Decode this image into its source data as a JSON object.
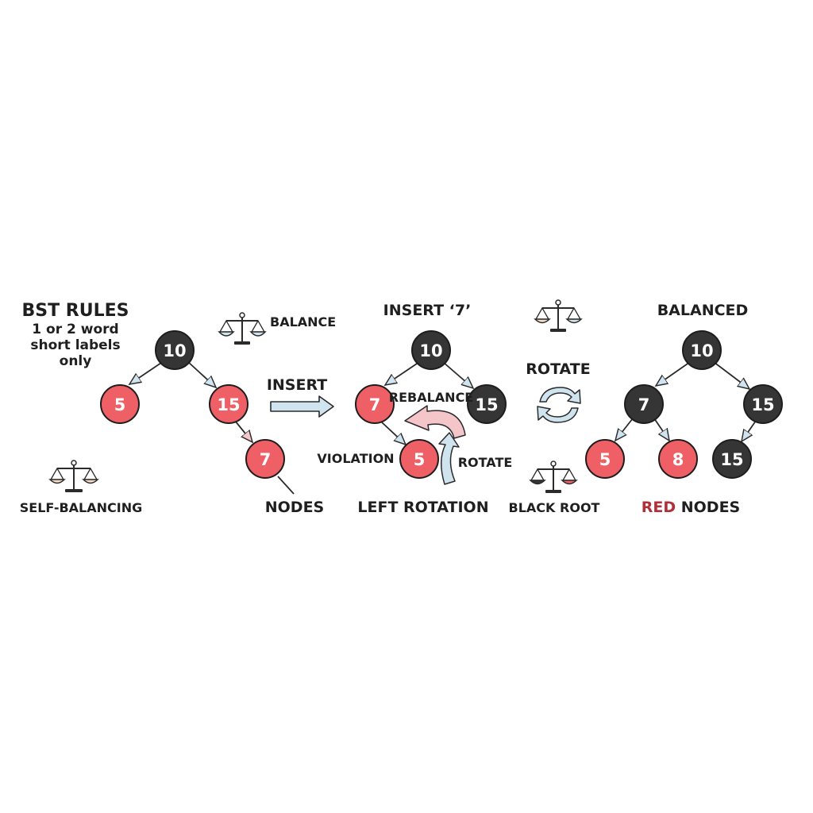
{
  "colors": {
    "red_node": "#ee6066",
    "black_node": "#353535",
    "outline": "#1d1d1d",
    "arrow_fill": "#cfe4ee",
    "rebalance_arrow": "#f2b8bc",
    "red_text": "#b0303a"
  },
  "labels": {
    "bst_rules": "BST RULES",
    "rules_line1": "1 or 2 word",
    "rules_line2": "short labels",
    "rules_line3": "only",
    "balance": "BALANCE",
    "self_balancing": "SELF-BALANCING",
    "nodes": "NODES",
    "insert": "INSERT",
    "insert_seven": "INSERT ‘7’",
    "rebalance": "REBALANCE",
    "violation": "VIOLATION",
    "rotate_inner": "ROTATE",
    "left_rotation": "LEFT ROTATION",
    "rotate": "ROTATE",
    "black_root": "BLACK ROOT",
    "balanced": "BALANCED",
    "red_word": "RED",
    "nodes_word": " NODES"
  },
  "trees": {
    "tree1": {
      "root": "10",
      "left": "5",
      "right": "15",
      "new": "7"
    },
    "tree2": {
      "root": "10",
      "left": "7",
      "right": "15",
      "child": "5"
    },
    "tree3": {
      "root": "10",
      "left": "7",
      "right": "15",
      "ll": "5",
      "lr": "8",
      "rl": "15"
    }
  },
  "icons": {
    "balance_scale": "balance-scale-icon",
    "rotate_cycle": "rotate-cycle-icon",
    "insert_arrow": "insert-arrow-icon"
  }
}
